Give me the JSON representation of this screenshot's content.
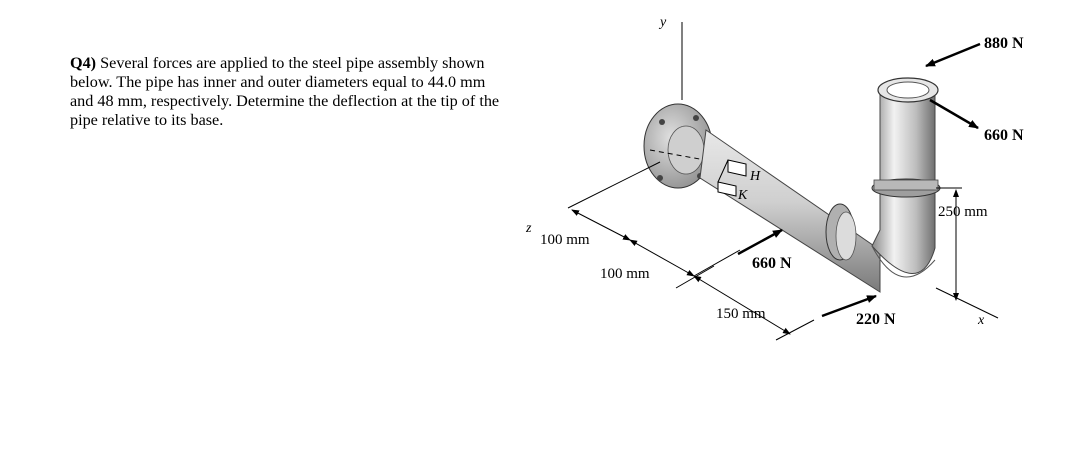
{
  "problem": {
    "number": "Q4)",
    "text": "Several forces are applied to the steel pipe assembly shown below. The pipe has inner and outer diameters equal to 44.0 mm and 48 mm, respectively. Determine the deflection at the tip of the pipe relative to its base."
  },
  "figure": {
    "axes": {
      "x": "x",
      "y": "y",
      "z": "z"
    },
    "points": {
      "H": "H",
      "K": "K"
    },
    "forces": {
      "top": "880 N",
      "side": "660 N",
      "middle": "660 N",
      "bottom": "220 N"
    },
    "dimensions": {
      "d1": "100 mm",
      "d2": "100 mm",
      "d3": "150 mm",
      "d4": "250 mm"
    }
  }
}
